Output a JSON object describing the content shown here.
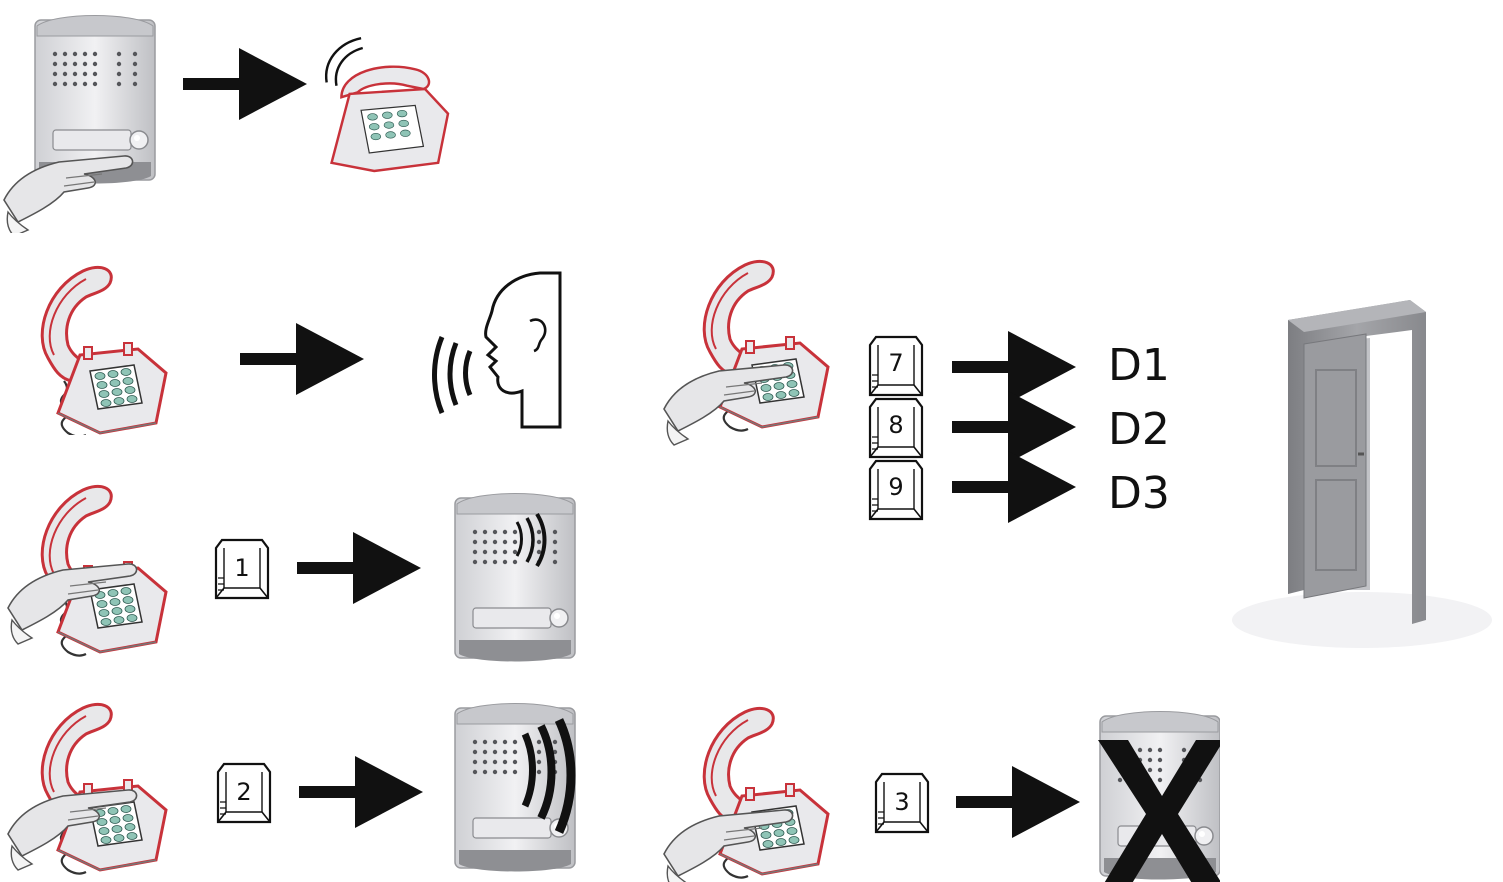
{
  "steps": {
    "call": {
      "note": ""
    },
    "answer": {},
    "volume_low": {
      "key": "1"
    },
    "volume_high": {
      "key": "2"
    },
    "door_release": {
      "keys": [
        "7",
        "8",
        "9"
      ],
      "doors": [
        "D1",
        "D2",
        "D3"
      ]
    },
    "hang_up": {
      "key": "3"
    }
  },
  "colors": {
    "phone_red": "#c8323a",
    "phone_body": "#e9e9ec",
    "keypad": "#8fc4b6",
    "panel_grey": "#d9dadd",
    "door_grey": "#8f9093",
    "arrow": "#111111"
  }
}
